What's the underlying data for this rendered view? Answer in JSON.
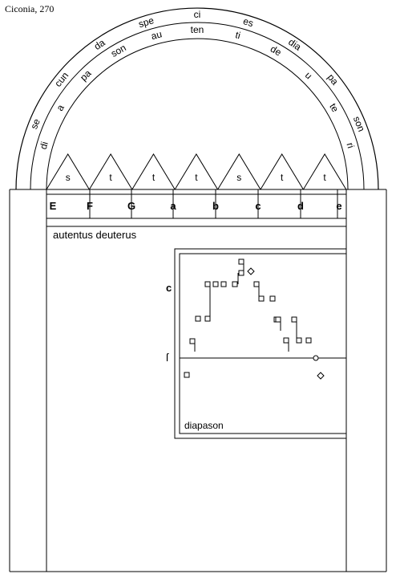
{
  "caption": "Ciconia, 270",
  "outer_arc_syllables": [
    "se",
    "cun",
    "da",
    "spe",
    "ci",
    "es",
    "dia",
    "pa",
    "son"
  ],
  "inner_arc_syllables": [
    "di",
    "a",
    "pa",
    "son",
    "au",
    "ten",
    "ti",
    "de",
    "u",
    "te",
    "ri"
  ],
  "interval_labels": [
    "s",
    "t",
    "t",
    "t",
    "s",
    "t",
    "t"
  ],
  "note_letters": [
    "E",
    "F",
    "G",
    "a",
    "b",
    "c",
    "d",
    "e"
  ],
  "mode_title": "autentus deuterus",
  "staff_labels": {
    "upper": "c",
    "lower": "ſ"
  },
  "diapason_label": "diapason"
}
